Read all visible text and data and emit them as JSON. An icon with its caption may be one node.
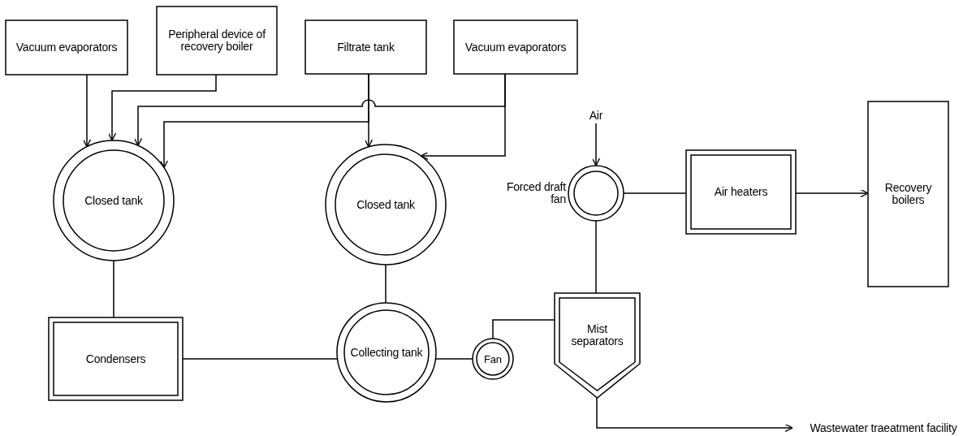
{
  "diagram": {
    "nodes": [
      {
        "text": [
          "Vacuum evaporators"
        ]
      },
      {
        "text": [
          "Peripheral device of recovery boiler"
        ]
      },
      {
        "text": [
          "Filtrate tank"
        ]
      },
      {
        "text": [
          "Vacuum evaporators"
        ]
      },
      {
        "text": [
          "Closed tank"
        ]
      },
      {
        "text": [
          "Closed tank"
        ]
      },
      {
        "text": [
          "Condensers"
        ]
      },
      {
        "text": [
          "Collecting tank"
        ]
      },
      {
        "text": [
          "Fan"
        ]
      },
      {
        "text": [
          "Mist separators"
        ]
      },
      {
        "text": [
          "Forced draft fan"
        ]
      },
      {
        "text": [
          "Air"
        ]
      },
      {
        "text": [
          "Air heaters"
        ]
      },
      {
        "text": [
          "Recovery boilers"
        ]
      },
      {
        "text": [
          "Wastewater traeatment facility"
        ]
      }
    ],
    "edges": [
      {
        "from": 0,
        "to": 4,
        "arrow": "to"
      },
      {
        "from": 1,
        "to": 4,
        "arrow": "to"
      },
      {
        "from": 2,
        "to": 5,
        "arrow": "to"
      },
      {
        "from": 2,
        "to": 4,
        "arrow": "to"
      },
      {
        "from": 3,
        "to": 4,
        "arrow": "to"
      },
      {
        "from": 3,
        "to": 5,
        "arrow": "to"
      },
      {
        "from": 4,
        "to": 6,
        "arrow": "none"
      },
      {
        "from": 5,
        "to": 7,
        "arrow": "none"
      },
      {
        "from": 6,
        "to": 7,
        "arrow": "none"
      },
      {
        "from": 7,
        "to": 8,
        "arrow": "none"
      },
      {
        "from": 8,
        "to": 9,
        "arrow": "none"
      },
      {
        "from": 9,
        "to": 10,
        "arrow": "none"
      },
      {
        "from": 11,
        "to": 10,
        "arrow": "to"
      },
      {
        "from": 10,
        "to": 12,
        "arrow": "none"
      },
      {
        "from": 12,
        "to": 13,
        "arrow": "to"
      },
      {
        "from": 9,
        "to": 14,
        "arrow": "to"
      }
    ]
  }
}
